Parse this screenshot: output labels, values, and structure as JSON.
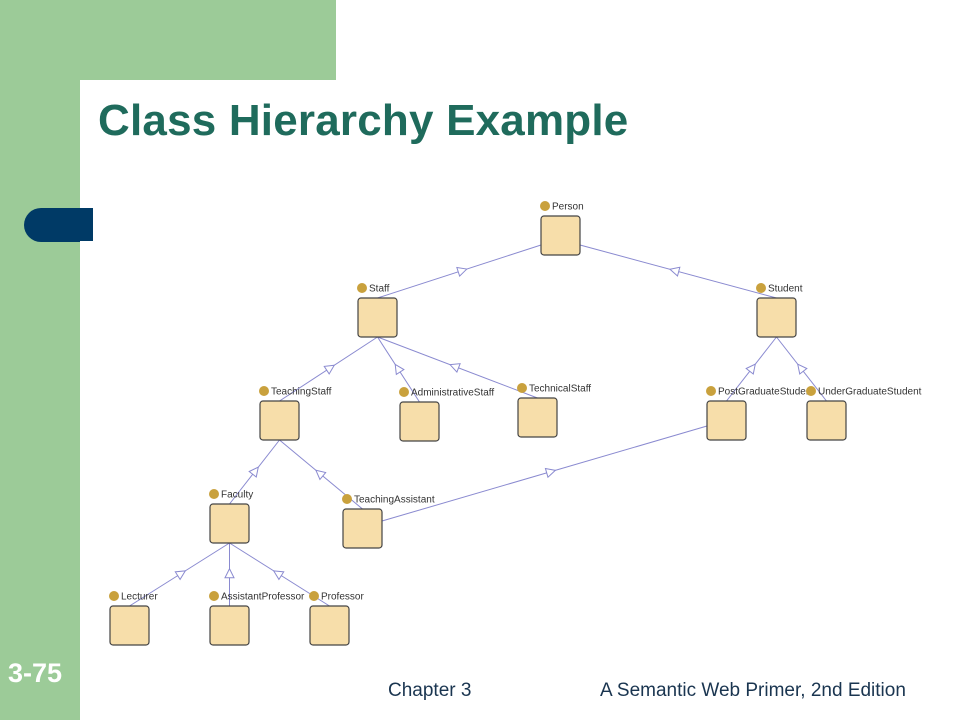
{
  "slide": {
    "title": "Class Hierarchy Example",
    "number": "3-75",
    "footer_chapter": "Chapter 3",
    "footer_book": "A Semantic Web Primer, 2nd Edition"
  },
  "colors": {
    "accent_green": "#9ccb98",
    "title_teal": "#1f6b5c",
    "pill_blue": "#003a66",
    "node_fill": "#f7deaa",
    "node_dot": "#c9a13d",
    "edge": "#8a8ad0"
  },
  "diagram": {
    "nodes": [
      {
        "id": "person",
        "label": "Person"
      },
      {
        "id": "staff",
        "label": "Staff"
      },
      {
        "id": "student",
        "label": "Student"
      },
      {
        "id": "teachingstaff",
        "label": "TeachingStaff"
      },
      {
        "id": "administrativestaff",
        "label": "AdministrativeStaff"
      },
      {
        "id": "technicalstaff",
        "label": "TechnicalStaff"
      },
      {
        "id": "postgraduatestudent",
        "label": "PostGraduateStudent"
      },
      {
        "id": "undergraduatestudent",
        "label": "UnderGraduateStudent"
      },
      {
        "id": "faculty",
        "label": "Faculty"
      },
      {
        "id": "teachingassistant",
        "label": "TeachingAssistant"
      },
      {
        "id": "lecturer",
        "label": "Lecturer"
      },
      {
        "id": "assistantprofessor",
        "label": "AssistantProfessor"
      },
      {
        "id": "professor",
        "label": "Professor"
      }
    ],
    "edges": [
      {
        "from": "staff",
        "to": "person"
      },
      {
        "from": "student",
        "to": "person"
      },
      {
        "from": "teachingstaff",
        "to": "staff"
      },
      {
        "from": "administrativestaff",
        "to": "staff"
      },
      {
        "from": "technicalstaff",
        "to": "staff"
      },
      {
        "from": "postgraduatestudent",
        "to": "student"
      },
      {
        "from": "undergraduatestudent",
        "to": "student"
      },
      {
        "from": "faculty",
        "to": "teachingstaff"
      },
      {
        "from": "teachingassistant",
        "to": "teachingstaff"
      },
      {
        "from": "teachingassistant",
        "to": "postgraduatestudent"
      },
      {
        "from": "lecturer",
        "to": "faculty"
      },
      {
        "from": "assistantprofessor",
        "to": "faculty"
      },
      {
        "from": "professor",
        "to": "faculty"
      }
    ]
  }
}
